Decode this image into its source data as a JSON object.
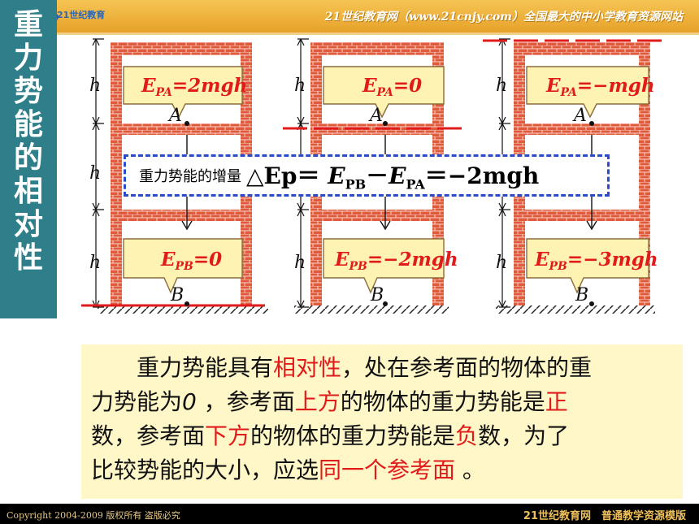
{
  "site": {
    "brand": "21世纪教育",
    "title": "21世纪教育网（www.21cnjy.com）全国最大的中小学教育资源网站"
  },
  "sidebar": {
    "title": [
      "重",
      "力",
      "势",
      "能",
      "的",
      "相",
      "对",
      "性"
    ]
  },
  "diagram": {
    "height_label": "h",
    "point_a": "A",
    "point_b": "B",
    "panels": [
      {
        "epa": {
          "symbol": "E",
          "sub": "PA",
          "value": "=2mgh"
        },
        "epb": {
          "symbol": "E",
          "sub": "PB",
          "value": "=0"
        }
      },
      {
        "epa": {
          "symbol": "E",
          "sub": "PA",
          "value": "=0"
        },
        "epb": {
          "symbol": "E",
          "sub": "PB",
          "value": "=−2mgh"
        }
      },
      {
        "epa": {
          "symbol": "E",
          "sub": "PA",
          "value": "=−mgh"
        },
        "epb": {
          "symbol": "E",
          "sub": "PB",
          "value": "=−3mgh"
        }
      }
    ]
  },
  "equation": {
    "label": "重力势能的增量",
    "delta": "△Ep＝",
    "epb": "E",
    "epb_sub": "PB",
    "minus": "－",
    "epa": "E",
    "epa_sub": "PA",
    "result": "＝−2mgh"
  },
  "paragraph": {
    "line1_a": "　　重力势能具有",
    "line1_red": "相对性",
    "line1_b": "，处在参考面的物体的重",
    "line2_a": "力势能为",
    "line2_zero": "0",
    "line2_b": " ，参考面",
    "line2_red1": "上方",
    "line2_c": "的物体的重力势能是",
    "line2_red2": "正",
    "line3_a": "数，参考面",
    "line3_red1": "下方",
    "line3_b": "的物体的重力势能是",
    "line3_red2": "负",
    "line3_c": "数，为了",
    "line4_a": "比较势能的大小，应选",
    "line4_red": "同一个参考面",
    "line4_b": " 。"
  },
  "footer": {
    "copyright": "Copyright 2004-2009 版权所有 盗版必究",
    "right": "21世纪教育网　普通教学资源模版"
  },
  "colors": {
    "accent_red": "#e11b1b",
    "dash_blue": "#2b4cc8",
    "callout_fill": "#fff3b3",
    "brick": "#d84d30",
    "side": "#2f7f8a"
  }
}
